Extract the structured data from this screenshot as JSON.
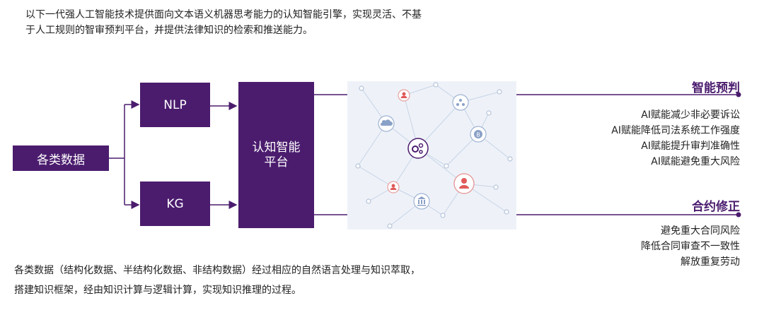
{
  "intro": {
    "line1": "以下一代强人工智能技术提供面向文本语义机器思考能力的认知智能引擎，实现灵活、不基",
    "line2": "于人工规则的智审预判平台，并提供法律知识的检索和推送能力。"
  },
  "boxes": {
    "source": "各类数据",
    "nlp": "NLP",
    "kg": "KG",
    "platform_line1": "认知智能",
    "platform_line2": "平台"
  },
  "outputs": {
    "prediction": {
      "title": "智能预判",
      "items": [
        "AI赋能减少非必要诉讼",
        "AI赋能降低司法系统工作强度",
        "AI赋能提升审判准确性",
        "AI赋能避免重大风险"
      ]
    },
    "contract": {
      "title": "合约修正",
      "items": [
        "避免重大合同风险",
        "降低合同审查不一致性",
        "解放重复劳动"
      ]
    }
  },
  "bottom": {
    "line1": "各类数据（结构化数据、半结构化数据、非结构数据）经过相应的自然语言处理与知识萃取，",
    "line2": "搭建知识框架，经由知识计算与逻辑计算，实现知识推理的过程。"
  },
  "colors": {
    "primary": "#4b1c6e",
    "network_bg": "#eef2f8",
    "network_line": "#c7d3e6",
    "accent_red": "#e05a5a"
  }
}
